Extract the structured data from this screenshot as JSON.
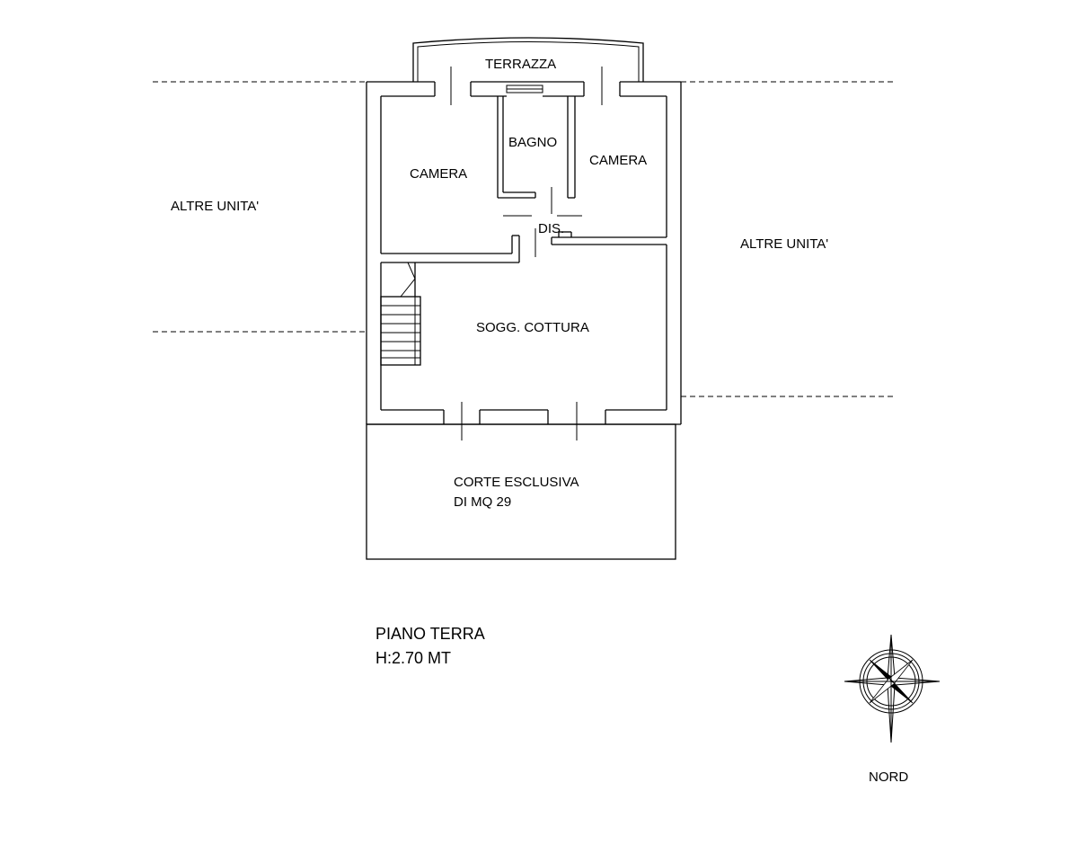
{
  "rooms": {
    "terrazza": "TERRAZZA",
    "bagno": "BAGNO",
    "camera_left": "CAMERA",
    "camera_right": "CAMERA",
    "dis": "DIS.",
    "soggiorno": "SOGG. COTTURA",
    "corte_line1": "CORTE ESCLUSIVA",
    "corte_line2": "DI MQ 29"
  },
  "neighbors": {
    "left": "ALTRE UNITA'",
    "right": "ALTRE UNITA'"
  },
  "floor": {
    "name": "PIANO TERRA",
    "height": "H:2.70 MT"
  },
  "compass": {
    "label": "NORD"
  }
}
